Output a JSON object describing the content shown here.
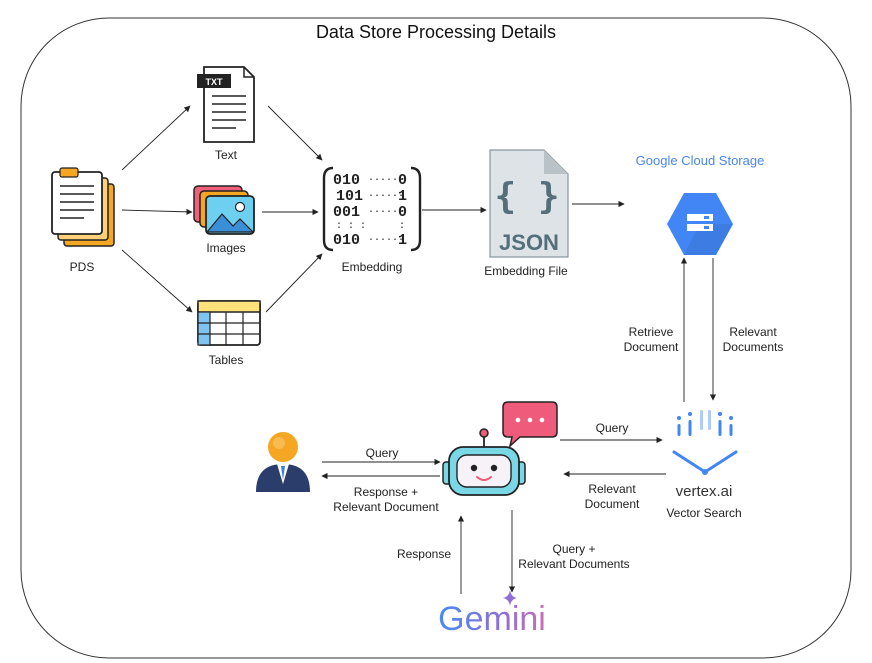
{
  "diagram": {
    "title": "Data Store Processing Details",
    "nodes": {
      "pds": {
        "label": "PDS",
        "icon": "documents-stack-icon"
      },
      "text": {
        "label": "Text",
        "icon": "txt-file-icon",
        "badge": "TXT"
      },
      "images": {
        "label": "Images",
        "icon": "images-icon"
      },
      "tables": {
        "label": "Tables",
        "icon": "table-icon"
      },
      "embedding": {
        "label": "Embedding",
        "icon": "binary-matrix-icon"
      },
      "embedding_file": {
        "label": "Embedding File",
        "icon": "json-file-icon",
        "file_type": "JSON"
      },
      "gcs": {
        "label": "Google Cloud Storage",
        "icon": "cloud-storage-icon"
      },
      "vertex": {
        "brand": "vertex.ai",
        "label": "Vector Search",
        "icon": "vertex-ai-icon"
      },
      "bot": {
        "icon": "chatbot-icon"
      },
      "user": {
        "icon": "user-icon"
      },
      "gemini": {
        "label": "Gemini",
        "icon": "gemini-logo"
      }
    },
    "edges": {
      "retrieve": "Retrieve\nDocument",
      "relevant_docs_down": "Relevant\nDocuments",
      "query_to_vertex": "Query",
      "relevant_doc_back": "Relevant\nDocument",
      "query_from_user": "Query",
      "response_to_user": "Response +\nRelevant Document",
      "query_to_gemini": "Query +\nRelevant Documents",
      "response_from_gemini": "Response"
    },
    "colors": {
      "gcs_blue": "#4285f4",
      "gcs_label": "#4a86e8",
      "json_gray": "#546e7a",
      "bot_teal": "#7ad7e6",
      "chat_pink": "#ef5b7b",
      "user_orange": "#f5a623",
      "user_navy": "#2b3e6b"
    }
  }
}
